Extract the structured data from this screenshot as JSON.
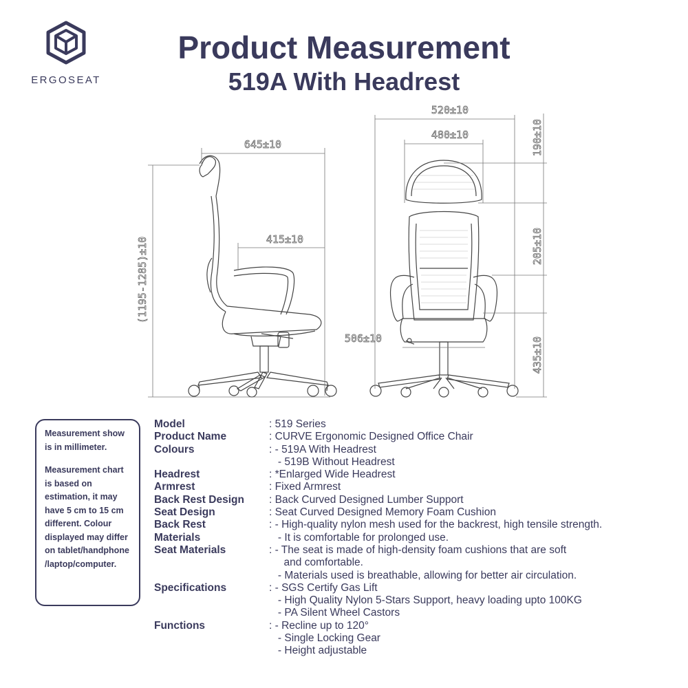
{
  "brand": {
    "name": "ERGOSEAT",
    "logo_icon": "ergoseat-hexagon-logo-icon"
  },
  "header": {
    "title": "Product Measurement",
    "subtitle": "519A With Headrest"
  },
  "dimensions": {
    "side_depth": "645±10",
    "side_seat_depth": "415±10",
    "side_height": "(1195-1285)±10",
    "front_width": "520±10",
    "front_back_width": "480±10",
    "headrest_height": "190±10",
    "seat_width": "506±10",
    "lumbar_height": "205±10",
    "seat_height": "435±10"
  },
  "note": {
    "p1": "Measurement show is in millimeter.",
    "p2": "Measurement chart is based on estimation, it may have 5 cm to 15 cm different. Colour displayed may differ on tablet/handphone /laptop/computer."
  },
  "specs": [
    {
      "label": "Model",
      "lines": [
        ": 519 Series"
      ]
    },
    {
      "label": "Product Name",
      "lines": [
        ": CURVE Ergonomic Designed Office Chair"
      ]
    },
    {
      "label": "Colours",
      "lines": [
        ": - 519A With Headrest",
        "   - 519B Without Headrest"
      ]
    },
    {
      "label": "Headrest",
      "lines": [
        ": *Enlarged Wide Headrest"
      ]
    },
    {
      "label": "Armrest",
      "lines": [
        ": Fixed Armrest"
      ]
    },
    {
      "label": "Back Rest Design",
      "lines": [
        ": Back Curved Designed Lumber Support"
      ]
    },
    {
      "label": "Seat Design",
      "lines": [
        ": Seat Curved Designed Memory Foam Cushion"
      ]
    },
    {
      "label": "Back Rest",
      "lines": [
        ": - High-quality nylon mesh used for the backrest, high tensile strength."
      ]
    },
    {
      "label": "Materials",
      "lines": [
        "   - It is comfortable for prolonged use."
      ]
    },
    {
      "label": "Seat Materials",
      "lines": [
        ": - The seat is made of high-density foam cushions that are soft",
        "     and comfortable.",
        "   - Materials used is breathable, allowing for better air circulation."
      ]
    },
    {
      "label": "Specifications",
      "lines": [
        ": - SGS Certify Gas Lift",
        "   - High Quality Nylon 5-Stars Support, heavy loading upto 100KG",
        "   - PA Silent Wheel Castors"
      ]
    },
    {
      "label": "Functions",
      "lines": [
        ": - Recline up to 120°",
        "   - Single Locking Gear",
        "   - Height adjustable"
      ]
    }
  ]
}
